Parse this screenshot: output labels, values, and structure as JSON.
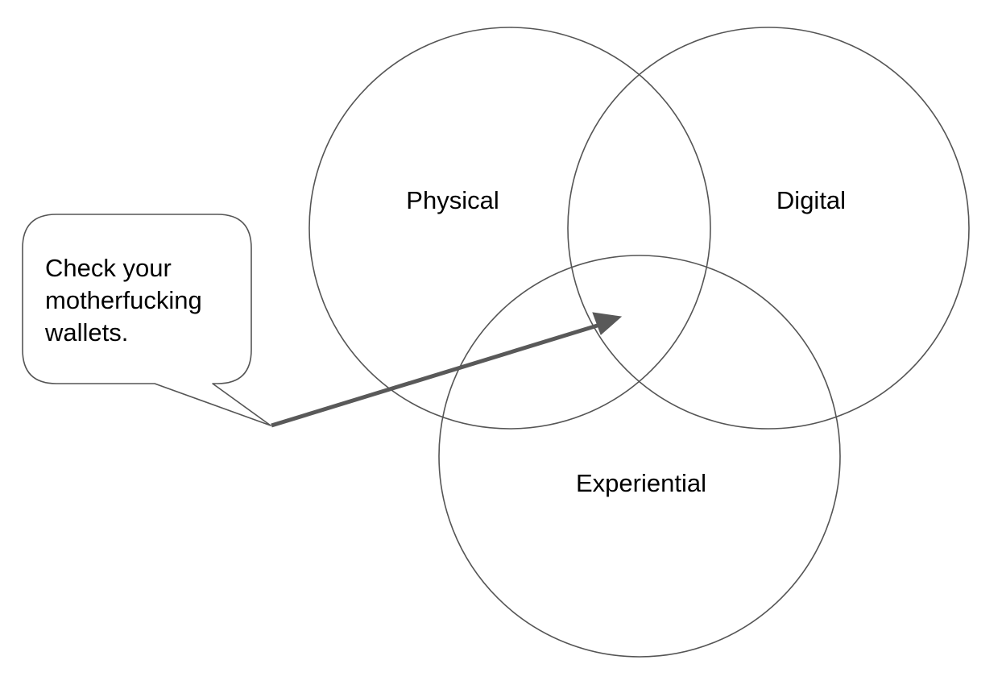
{
  "venn": {
    "sets": [
      {
        "label": "Physical"
      },
      {
        "label": "Digital"
      },
      {
        "label": "Experiential"
      }
    ]
  },
  "callout": {
    "lines": [
      "Check your",
      "motherfucking",
      "wallets."
    ]
  },
  "colors": {
    "stroke": "#555555",
    "arrow": "#595959",
    "text": "#000000",
    "background": "#ffffff"
  }
}
